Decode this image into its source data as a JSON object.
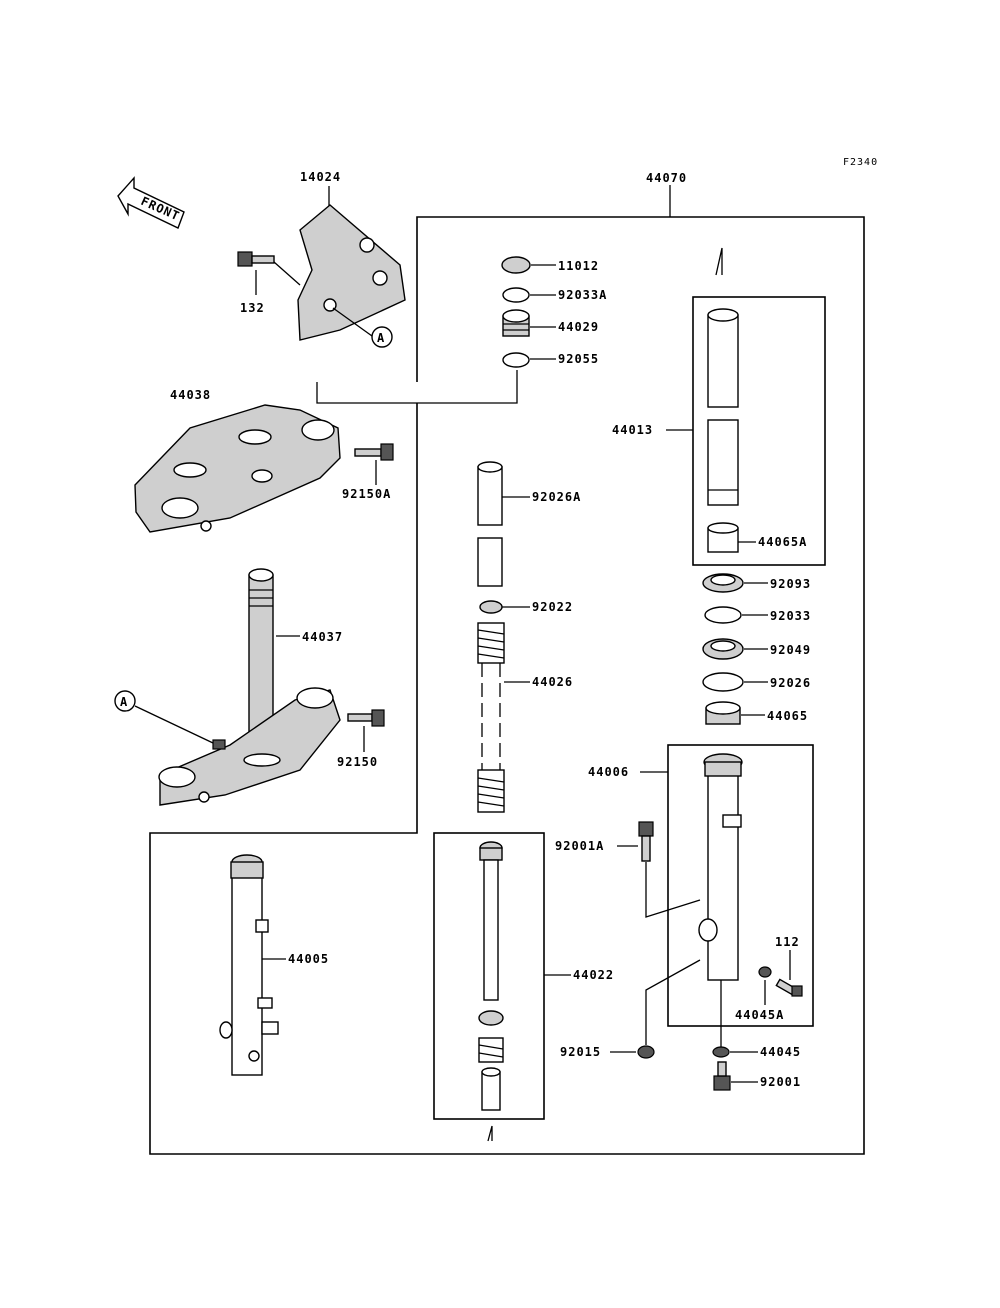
{
  "figure_code": "F2340",
  "front_label": "FRONT",
  "callout_letter": "A",
  "parts": {
    "p14024": "14024",
    "p44070": "44070",
    "p132": "132",
    "p11012": "11012",
    "p92033A": "92033A",
    "p44029": "44029",
    "p92055": "92055",
    "p44038": "44038",
    "p92150A": "92150A",
    "p44013": "44013",
    "p92026A": "92026A",
    "p44065A": "44065A",
    "p92093": "92093",
    "p92022": "92022",
    "p92033": "92033",
    "p44037": "44037",
    "p92049": "92049",
    "p44026": "44026",
    "p92026": "92026",
    "p44065": "44065",
    "p92150": "92150",
    "p44006": "44006",
    "p92001A": "92001A",
    "p112": "112",
    "p44005": "44005",
    "p44022": "44022",
    "p44045A": "44045A",
    "p92015": "92015",
    "p44045": "44045",
    "p92001": "92001"
  }
}
